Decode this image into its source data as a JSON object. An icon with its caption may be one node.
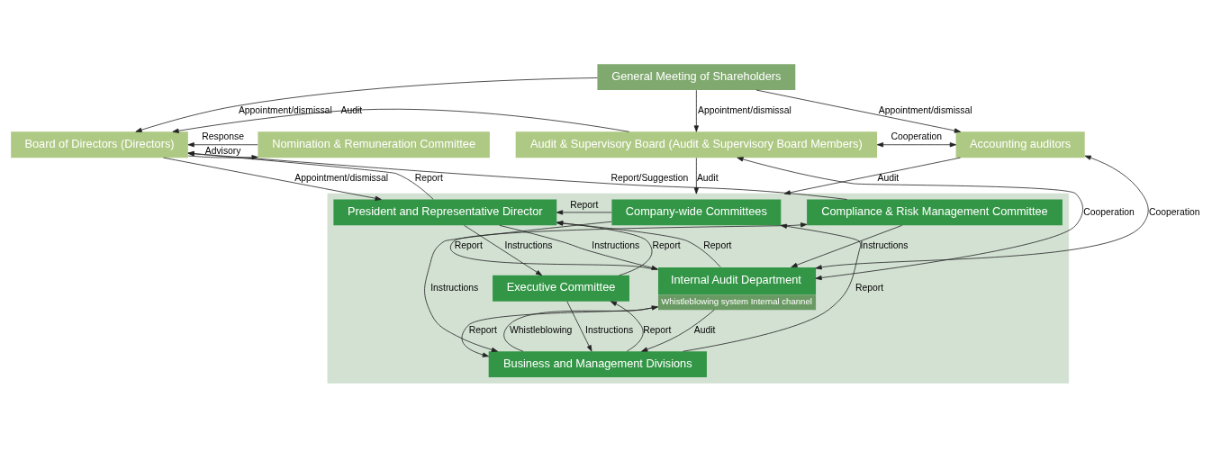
{
  "diagram": {
    "nodes": [
      {
        "text": [
          "General Meeting of Shareholders"
        ]
      },
      {
        "text": [
          "Nomination & Remuneration Committee"
        ]
      },
      {
        "text": [
          "Board of Directors (Directors)"
        ]
      },
      {
        "text": [
          "Audit & Supervisory Board (Audit & Supervisory Board Members)"
        ]
      },
      {
        "text": [
          "Accounting auditors"
        ]
      },
      {
        "text": [],
        "shape": "box"
      },
      {
        "text": [
          "Company-wide Committees"
        ],
        "in": 5
      },
      {
        "text": [
          "President and Representative Director"
        ],
        "in": 5
      },
      {
        "text": [
          "Compliance & Risk Management Committee"
        ],
        "in": 5
      },
      {
        "text": [
          "Executive Committee"
        ],
        "in": 5
      },
      {
        "text": [
          "Internal Audit Department",
          "Whistleblowing system Internal channel"
        ],
        "in": 5
      },
      {
        "text": [
          "Business and Management Divisions"
        ],
        "in": 5
      }
    ],
    "edges": [
      {
        "from": 0,
        "to": 2,
        "arrow": "to",
        "label": "Appointment/dismissal"
      },
      {
        "from": 0,
        "to": 3,
        "arrow": "to",
        "label": "Appointment/dismissal"
      },
      {
        "from": 0,
        "to": 4,
        "arrow": "to",
        "label": "Appointment/dismissal"
      },
      {
        "from": 2,
        "to": 1,
        "arrow": "to",
        "label": "Advisory"
      },
      {
        "from": 1,
        "to": 2,
        "arrow": "to",
        "label": "Response"
      },
      {
        "from": 3,
        "to": 2,
        "arrow": "to",
        "label": "Audit"
      },
      {
        "from": 2,
        "to": 7,
        "arrow": "to",
        "label": "Appointment/dismissal"
      },
      {
        "from": 7,
        "to": 2,
        "arrow": "to",
        "label": "Report"
      },
      {
        "from": 8,
        "to": 2,
        "arrow": "to",
        "label": "Report/Suggestion"
      },
      {
        "from": 3,
        "to": 5,
        "arrow": "to",
        "label": "Audit"
      },
      {
        "from": 10,
        "to": 3,
        "arrow": "both",
        "label": "Cooperation"
      },
      {
        "from": 3,
        "to": 4,
        "arrow": "both",
        "label": "Cooperation"
      },
      {
        "from": 10,
        "to": 4,
        "arrow": "both",
        "label": "Cooperation"
      },
      {
        "from": 4,
        "to": 5,
        "arrow": "to",
        "label": "Audit"
      },
      {
        "from": 6,
        "to": 7,
        "arrow": "to",
        "label": "Report"
      },
      {
        "from": 7,
        "to": 9,
        "arrow": "to",
        "label": "Instructions"
      },
      {
        "from": 9,
        "to": 7,
        "arrow": "to",
        "label": "Report"
      },
      {
        "from": 9,
        "to": 11,
        "arrow": "to",
        "label": "Instructions"
      },
      {
        "from": 11,
        "to": 9,
        "arrow": "to",
        "label": "Report"
      },
      {
        "from": 6,
        "to": 11,
        "arrow": "to",
        "label": "Instructions"
      },
      {
        "from": 11,
        "to": 6,
        "arrow": "to",
        "label": "Report"
      },
      {
        "from": 7,
        "to": 10,
        "arrow": "to",
        "label": "Instructions"
      },
      {
        "from": 10,
        "to": 7,
        "arrow": "to",
        "label": "Report"
      },
      {
        "from": 8,
        "to": 10,
        "arrow": "to",
        "label": "Instructions"
      },
      {
        "from": 10,
        "to": 8,
        "arrow": "to",
        "label": "Report"
      },
      {
        "from": 10,
        "to": 11,
        "arrow": "to",
        "label": "Audit"
      },
      {
        "from": 11,
        "to": 10,
        "arrow": "to",
        "label": "Whistleblowing"
      },
      {
        "from": 10,
        "to": 11,
        "arrow": "to",
        "label": "Report"
      }
    ]
  }
}
